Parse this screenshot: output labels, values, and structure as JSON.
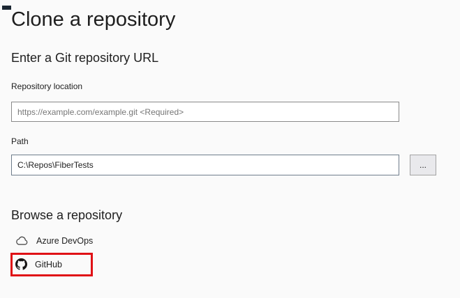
{
  "window": {
    "title": "Clone a repository"
  },
  "url_section": {
    "heading": "Enter a Git repository URL",
    "repository_location": {
      "label": "Repository location",
      "value": "",
      "placeholder": "https://example.com/example.git <Required>"
    },
    "path": {
      "label": "Path",
      "value": "C:\\Repos\\FiberTests"
    },
    "browse_button_label": "..."
  },
  "browse_section": {
    "heading": "Browse a repository",
    "providers": [
      {
        "label": "Azure DevOps",
        "icon": "cloud-icon",
        "highlighted": false
      },
      {
        "label": "GitHub",
        "icon": "github-icon",
        "highlighted": true
      }
    ]
  },
  "annotation": {
    "type": "highlight-box",
    "target": "GitHub",
    "color": "#e01116"
  },
  "colors": {
    "background": "#fafafa",
    "text": "#1e1e1e",
    "placeholder_text": "#767676",
    "input_border": "#8a8a8a",
    "path_input_border": "#6f7d8c",
    "button_background": "#e9e9ec",
    "button_border": "#a3a3a3",
    "highlight_red": "#e01116"
  }
}
